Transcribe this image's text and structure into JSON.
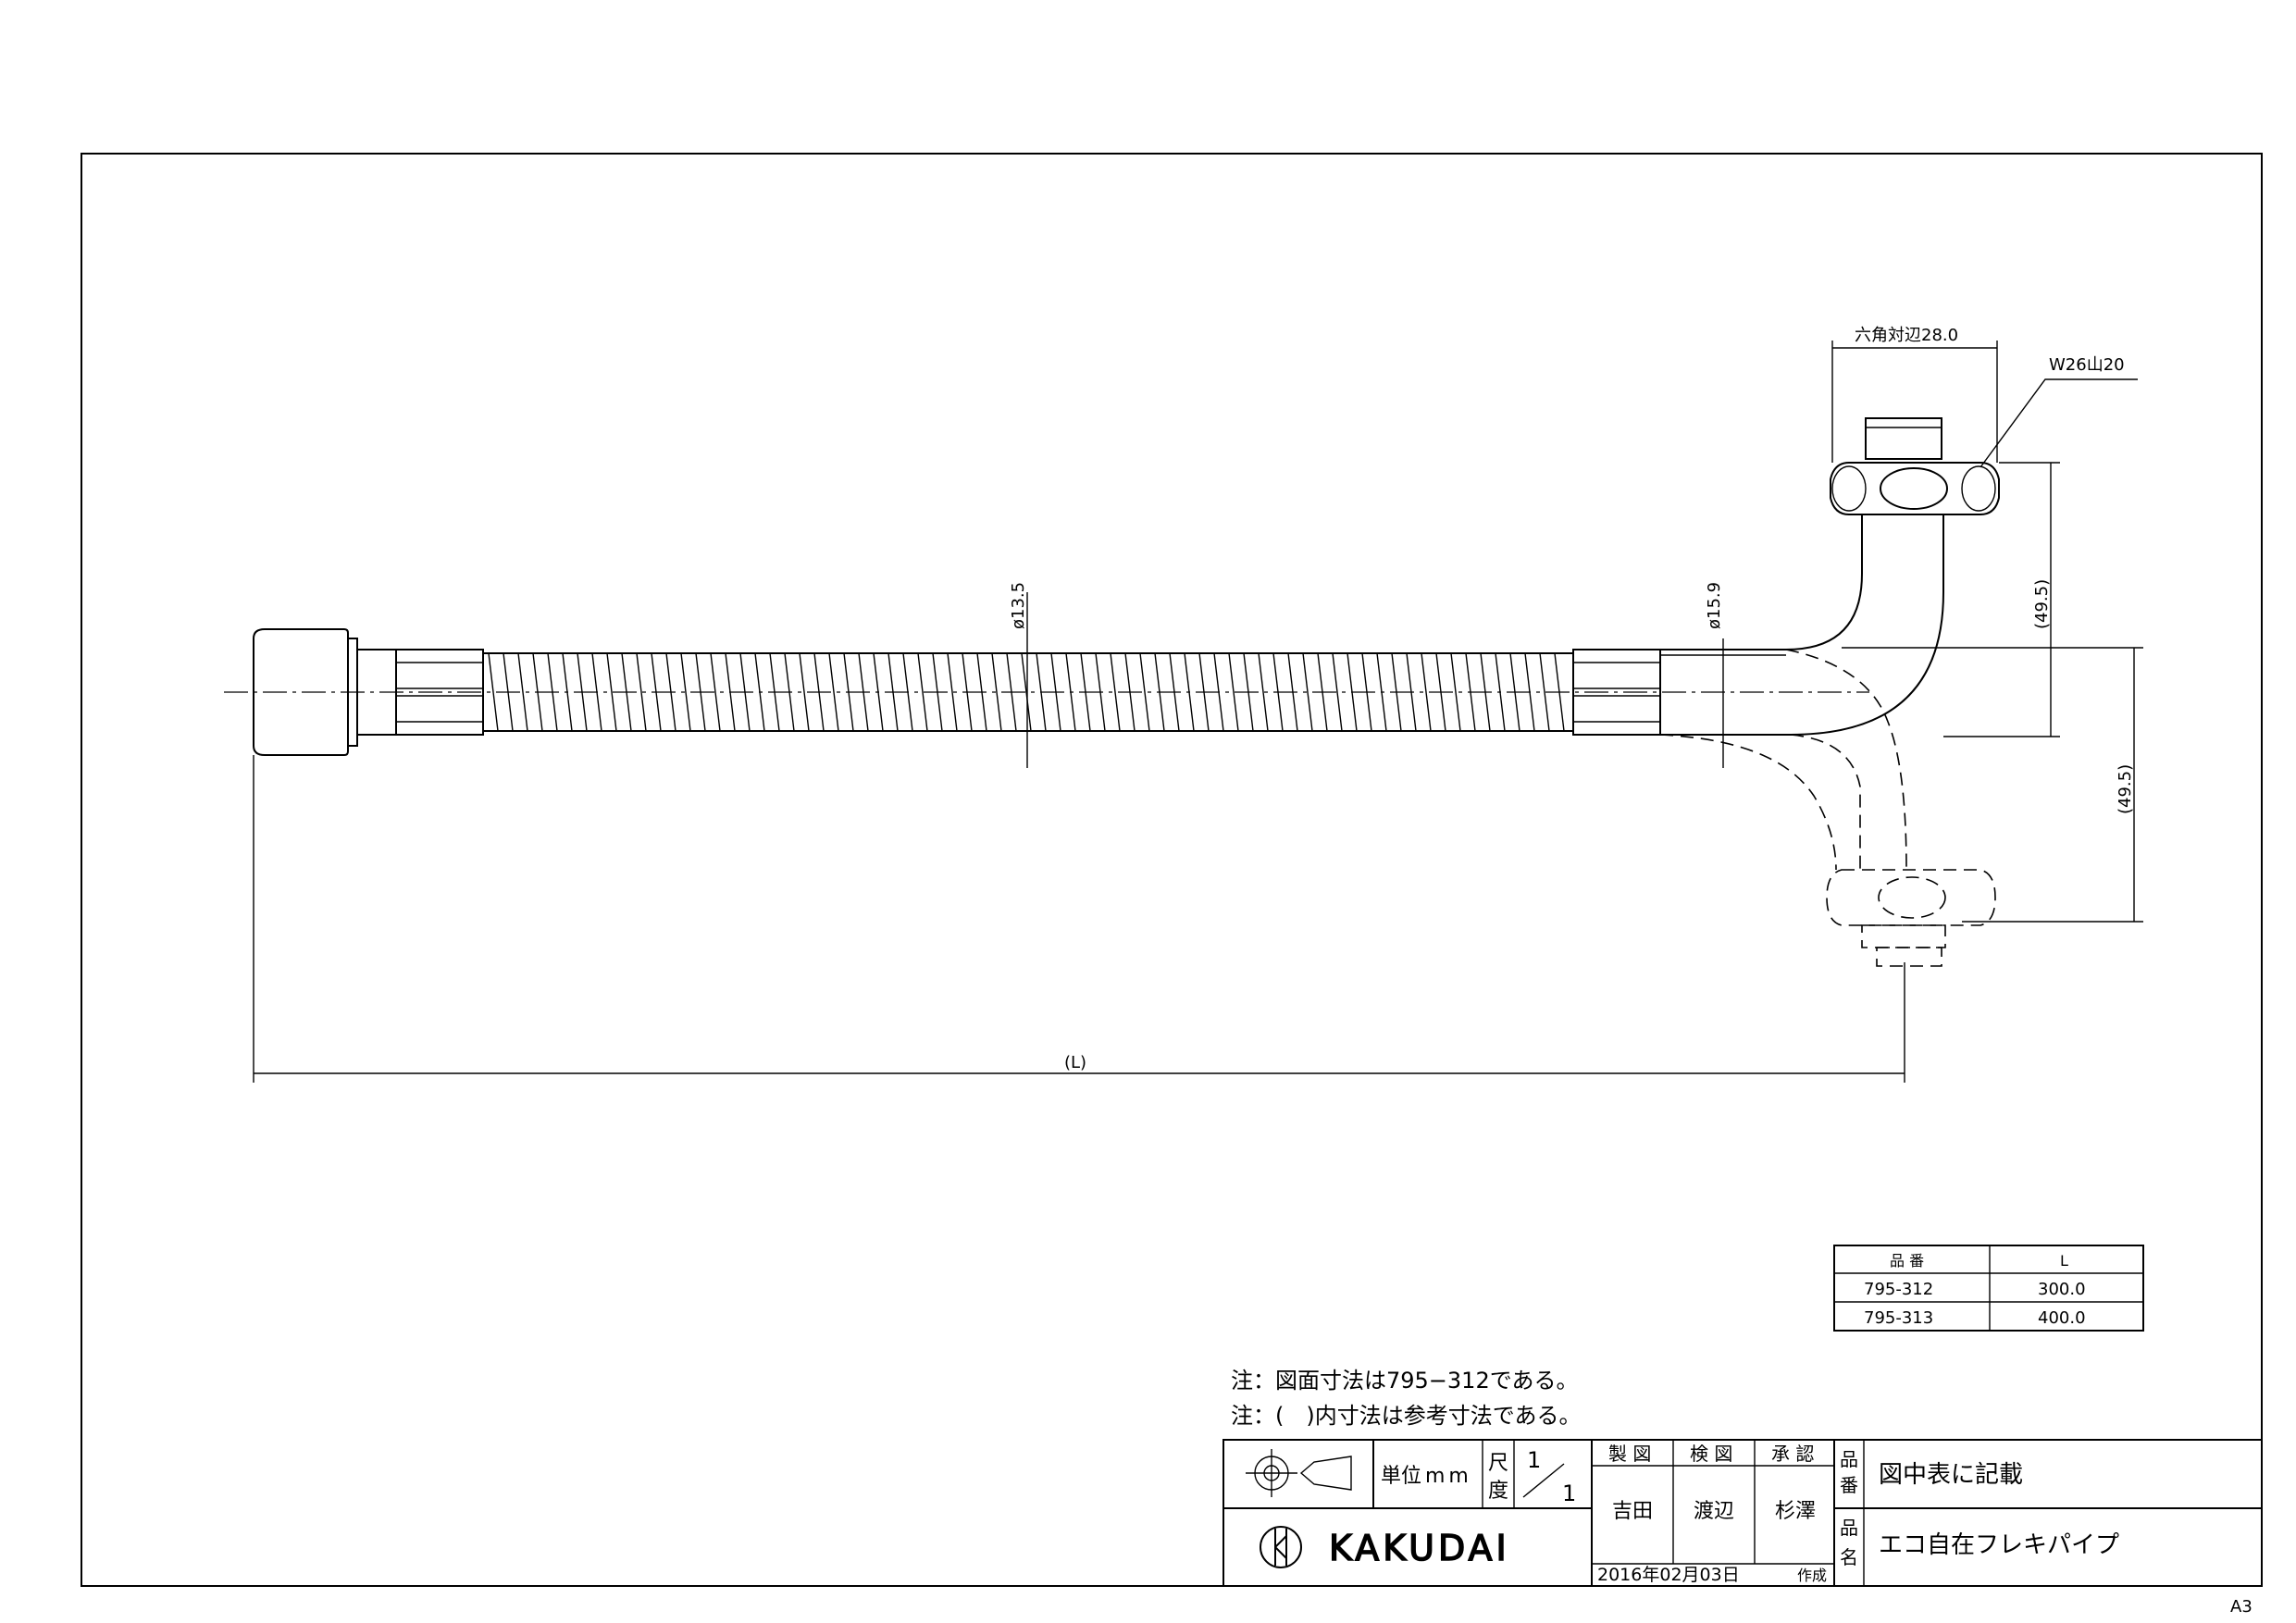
{
  "dimensions": {
    "hex_label": "六角対辺28.0",
    "thread_label": "W26山20",
    "dia_hose_label": "ø13.5",
    "dia_end_label": "ø15.9",
    "height_upper_label": "(49.5)",
    "height_lower_label": "(49.5)",
    "length_label": "(L)"
  },
  "parts_table": {
    "headers": [
      "品 番",
      "L"
    ],
    "rows": [
      {
        "part": "795-312",
        "length": "300.0"
      },
      {
        "part": "795-313",
        "length": "400.0"
      }
    ]
  },
  "notes": [
    "注：図面寸法は795−312である。",
    "注：(　)内寸法は参考寸法である。"
  ],
  "title_block": {
    "unit_label": "単位",
    "unit_value": "mm",
    "scale_label_1": "尺",
    "scale_label_2": "度",
    "scale_num": "1",
    "scale_den": "1",
    "drawn_label": "製 図",
    "checked_label": "検 図",
    "approved_label": "承 認",
    "drawn_by": "吉田",
    "checked_by": "渡辺",
    "approved_by": "杉澤",
    "part_no_label_1": "品",
    "part_no_label_2": "番",
    "part_no_value": "図中表に記載",
    "name_label_1": "品",
    "name_label_2": "名",
    "name_value": "エコ自在フレキパイプ",
    "date": "2016年02月03日",
    "date_suffix": "作成",
    "logo_text": "KAKUDAI"
  },
  "sheet_size": "A3"
}
